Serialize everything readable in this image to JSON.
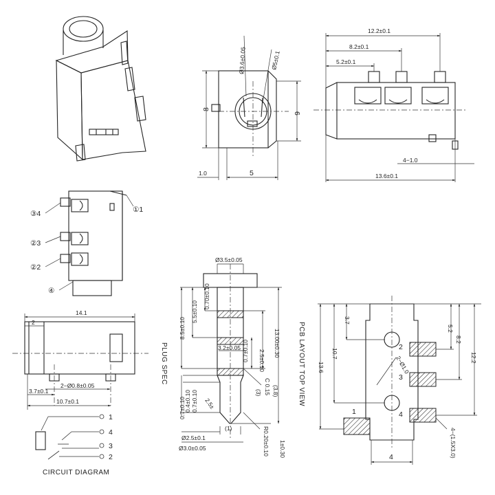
{
  "iso_view": {},
  "front_view": {
    "dims": {
      "hole_dia": "Ø3.6±0.05",
      "outer_dia": "Ø5±0.1",
      "height_left": "8",
      "height_right": "6",
      "width_bottom": "5",
      "offset_left": "1.0"
    }
  },
  "top_view": {
    "dims": {
      "d1": "12.2±0.1",
      "d2": "8.2±0.1",
      "d3": "5.2±0.1",
      "d4": "4−1.0",
      "d5": "13.6±0.1"
    }
  },
  "pin_view": {
    "labels": [
      "③4",
      "②3",
      "②2",
      "④",
      "①1"
    ]
  },
  "side_view": {
    "dims": {
      "length": "14.1",
      "tab": "2",
      "pin_spacing": "2−Ø0.8±0.05",
      "d_a": "3.7±0.1",
      "d_b": "10.7±0.1"
    }
  },
  "circuit": {
    "title": "CIRCUIT DIAGRAM",
    "pins": [
      "1",
      "4",
      "3",
      "2"
    ]
  },
  "plug_spec": {
    "title": "PLUG SPEC",
    "dims": {
      "tip_dia": "Ø3.5±0.05",
      "d1": "0.70±0.10",
      "d2": "5.5±0.10",
      "d3": "8.5±0.10",
      "d4": "3.2±0.05",
      "d5": "0.7±0.10",
      "d6": "2.5±0.10",
      "d7": "13.00±0.30",
      "d8": "(3.8)",
      "d9": "(3)",
      "d10": "C 0.15",
      "d11": "0.7±0.10",
      "d12": "0.4±0.10",
      "d13": "0.7±0.10",
      "d14": "2.5±",
      "d15": "(1)",
      "d16": "Ø2.5±0.1",
      "d17": "Ø3.0±0.05",
      "d18": "R0.20±0.10",
      "d19": "1±0.30"
    }
  },
  "pcb_layout": {
    "title": "PCB LAYOUT TOP VIEW",
    "dims": {
      "d1": "3.7",
      "d2": "5.2",
      "d3": "8.2",
      "d4": "10.7",
      "d5": "12.2",
      "d6": "13.6",
      "d7": "4",
      "d8": "2−Ø1.0",
      "d9": "4−(1.5X3.0)"
    },
    "pads": [
      "2",
      "3",
      "1",
      "4"
    ]
  }
}
